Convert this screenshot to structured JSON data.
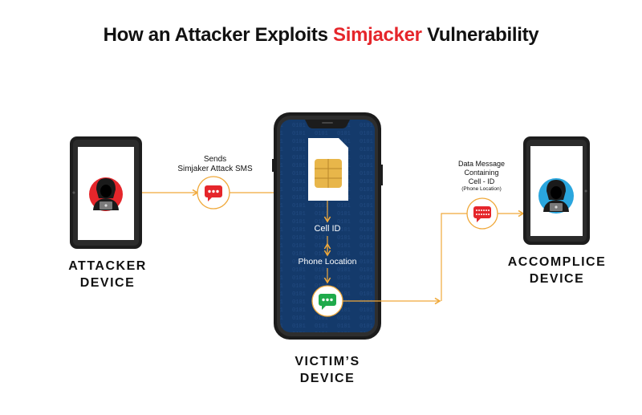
{
  "title": {
    "prefix": "How an Attacker Exploits ",
    "highlight": "Simjacker",
    "suffix": " Vulnerability"
  },
  "attacker": {
    "label_line1": "ATTACKER",
    "label_line2": "DEVICE"
  },
  "victim": {
    "label_line1": "VICTIM’S",
    "label_line2": "DEVICE",
    "cell_id": "Cell ID",
    "phone_location": "Phone Location"
  },
  "accomplice": {
    "label_line1": "ACCOMPLICE",
    "label_line2": "DEVICE"
  },
  "arrows": {
    "sends_line1": "Sends",
    "sends_line2": "Simjaker Attack SMS",
    "data_line1": "Data Message",
    "data_line2": "Containing",
    "data_line3": "Cell - ID",
    "data_line4": "(Phone Location)"
  },
  "colors": {
    "accent_red": "#e5262b",
    "flow_orange": "#f0a93b",
    "screen_blue": "#143a6b",
    "hacker_blue": "#2aa6de",
    "sms_green": "#1faa4b",
    "sim_gold": "#e8b64a"
  },
  "icons": {
    "attacker_avatar": "hacker-icon",
    "accomplice_avatar": "hacker-icon",
    "sms_red": "message-bubble-icon",
    "sms_green": "message-bubble-icon",
    "sms_data": "data-message-icon",
    "sim": "sim-card-icon"
  }
}
